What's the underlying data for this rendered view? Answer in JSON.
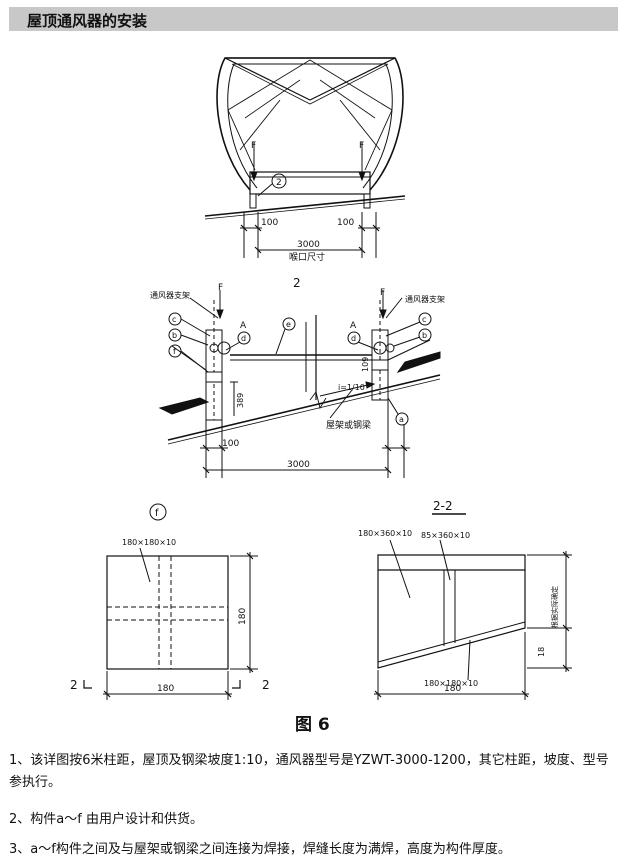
{
  "header": {
    "title": "屋顶通风器的安装"
  },
  "diagram_top": {
    "force_label": "F",
    "callout": "2",
    "dim_left": "100",
    "dim_right": "100",
    "dim_span": "3000",
    "span_caption": "喉口尺寸"
  },
  "diagram_detail": {
    "callout_number": "2",
    "support_label_left": "通风器支架",
    "support_label_right": "通风器支架",
    "force_label": "F",
    "point_a": "A",
    "tag_c": "c",
    "tag_b": "b",
    "tag_d": "d",
    "tag_f": "f",
    "tag_e": "e",
    "tag_a": "a",
    "dim_109": "109",
    "dim_389": "389",
    "slope": "i=1/10",
    "roof_label": "屋架或钢梁",
    "dim_100": "100",
    "dim_3000": "3000"
  },
  "diagram_f": {
    "tag": "f",
    "plate_label": "180×180×10",
    "dim_height": "180",
    "dim_width": "180",
    "section_mark": "2"
  },
  "diagram_22": {
    "title": "2-2",
    "plate_top": "180×360×10",
    "plate_rib": "85×360×10",
    "plate_bottom": "180×180×10",
    "dim_right_text": "根据实际确定",
    "dim_18": "18",
    "dim_width": "180"
  },
  "figure_caption": "图 6",
  "notes": [
    "1、该详图按6米柱距，屋顶及钢梁坡度1:10，通风器型号是YZWT-3000-1200，其它柱距，坡度、型号参执行。",
    "2、构件a～f 由用户设计和供货。",
    "3、a～f构件之间及与屋架或钢梁之间连接为焊接，焊缝长度为满焊，高度为构件厚度。"
  ]
}
